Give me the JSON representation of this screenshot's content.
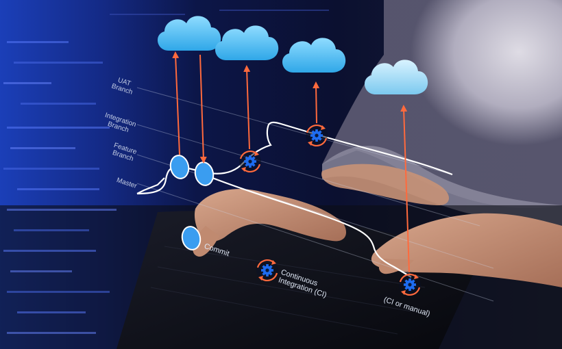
{
  "lanes": {
    "uat": "UAT\nBranch",
    "integration": "Integration\nBranch",
    "feature": "Feature\nBranch",
    "master": "Master"
  },
  "legend": {
    "commit": "Commit",
    "ci": "Continuous\nIntegration  (CI)",
    "deploy": "(CI or manual)"
  },
  "colors": {
    "cloud": "#4fc3f7",
    "cloud_highlight": "#bfe9ff",
    "arrow": "#ff6a3d",
    "gear": "#1e6cf0",
    "branch_line": "#ffffff",
    "background": "#0a0f24"
  },
  "icons": [
    "cloud-icon",
    "gear-icon",
    "commit-node-icon",
    "arrow-icon"
  ]
}
